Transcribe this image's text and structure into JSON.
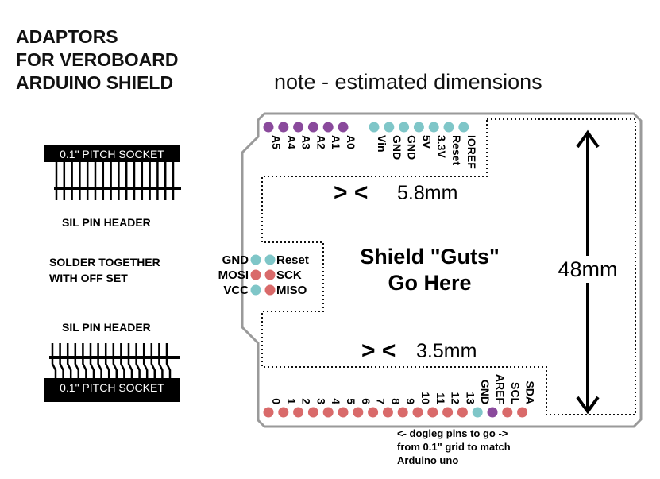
{
  "title_lines": [
    "ADAPTORS",
    "FOR VEROBOARD",
    "ARDUINO SHIELD"
  ],
  "note": "note -  estimated dimensions",
  "left_panel": {
    "socket_label": "0.1\" PITCH SOCKET",
    "header_label_1": "SIL PIN HEADER",
    "solder_line_1": "SOLDER TOGETHER",
    "solder_line_2": "WITH OFF SET",
    "header_label_2": "SIL PIN HEADER",
    "socket_label_2": "0.1\" PITCH SOCKET"
  },
  "board": {
    "top_left_pins": [
      "A5",
      "A4",
      "A3",
      "A2",
      "A1",
      "A0"
    ],
    "top_right_pins": [
      "Vin",
      "GND",
      "GND",
      "5V",
      "3.3V",
      "Reset",
      "IOREF"
    ],
    "icsp_left": [
      "GND",
      "MOSI",
      "VCC"
    ],
    "icsp_right": [
      "Reset",
      "SCK",
      "MISO"
    ],
    "bottom_pins": [
      "0",
      "1",
      "2",
      "3",
      "4",
      "5",
      "6",
      "7",
      "8",
      "9",
      "10",
      "11",
      "12",
      "13",
      "GND",
      "AREF",
      "SCL",
      "SDA"
    ],
    "top_gap_label": "5.8mm",
    "bottom_gap_label": "3.5mm",
    "arrow_symbol": "> <",
    "center_line_1": "Shield \"Guts\"",
    "center_line_2": "Go Here",
    "height_label": "48mm",
    "dogleg_1": "<- dogleg pins to go ->",
    "dogleg_2": "from 0.1\" grid to match",
    "dogleg_3": "Arduino uno"
  },
  "colors": {
    "analog_pin": "#8a4a9c",
    "power_pin": "#7fc6c8",
    "digital_pin": "#d96a6a",
    "aref_pin": "#8a4a9c"
  }
}
